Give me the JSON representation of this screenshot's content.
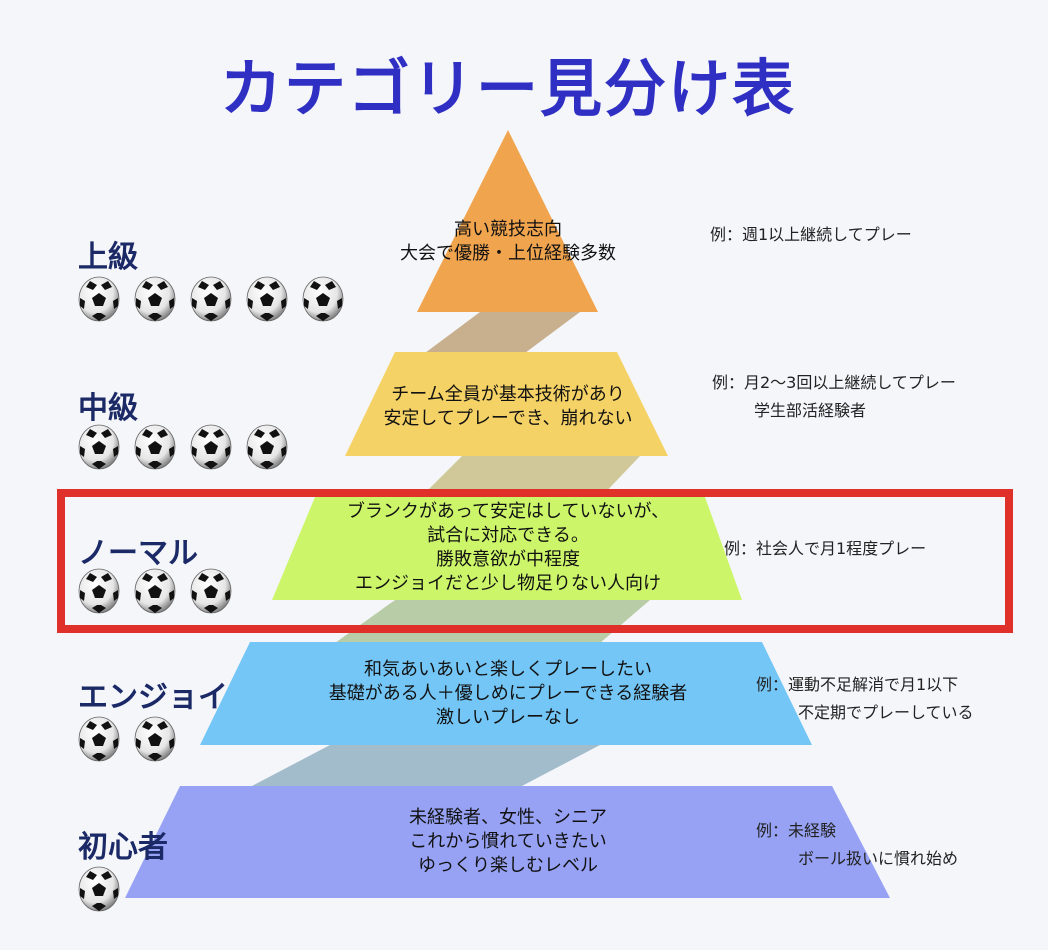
{
  "title": "カテゴリー見分け表",
  "tiers": [
    {
      "level": "上級",
      "balls": 5,
      "desc": [
        "高い競技志向",
        "大会で優勝・上位経験多数"
      ],
      "note": [
        "例：週1以上継続してプレー"
      ],
      "color": "#f0a44e"
    },
    {
      "level": "中級",
      "balls": 4,
      "desc": [
        "チーム全員が基本技術があり",
        "安定してプレーでき、崩れない"
      ],
      "note": [
        "例：月2〜3回以上継続してプレー",
        "学生部活経験者"
      ],
      "color": "#f5d266"
    },
    {
      "level": "ノーマル",
      "balls": 3,
      "desc": [
        "ブランクがあって安定はしていないが、",
        "試合に対応できる。",
        "勝敗意欲が中程度",
        "エンジョイだと少し物足りない人向け"
      ],
      "note": [
        "例：社会人で月1程度プレー"
      ],
      "color": "#ccf56a",
      "highlighted": true
    },
    {
      "level": "エンジョイ",
      "balls": 2,
      "desc": [
        "和気あいあいと楽しくプレーしたい",
        "基礎がある人＋優しめにプレーできる経験者",
        "激しいプレーなし"
      ],
      "note": [
        "例：運動不足解消で月1以下",
        "不定期でプレーしている"
      ],
      "color": "#74c6f6"
    },
    {
      "level": "初心者",
      "balls": 1,
      "desc": [
        "未経験者、女性、シニア",
        "これから慣れていきたい",
        "ゆっくり楽しむレベル"
      ],
      "note": [
        "例：未経験",
        "ボール扱いに慣れ始め"
      ],
      "color": "#97a2f4"
    }
  ],
  "colors": {
    "title": "#2f2fc4",
    "level": "#1b2a66",
    "highlight": "#e0302a"
  }
}
